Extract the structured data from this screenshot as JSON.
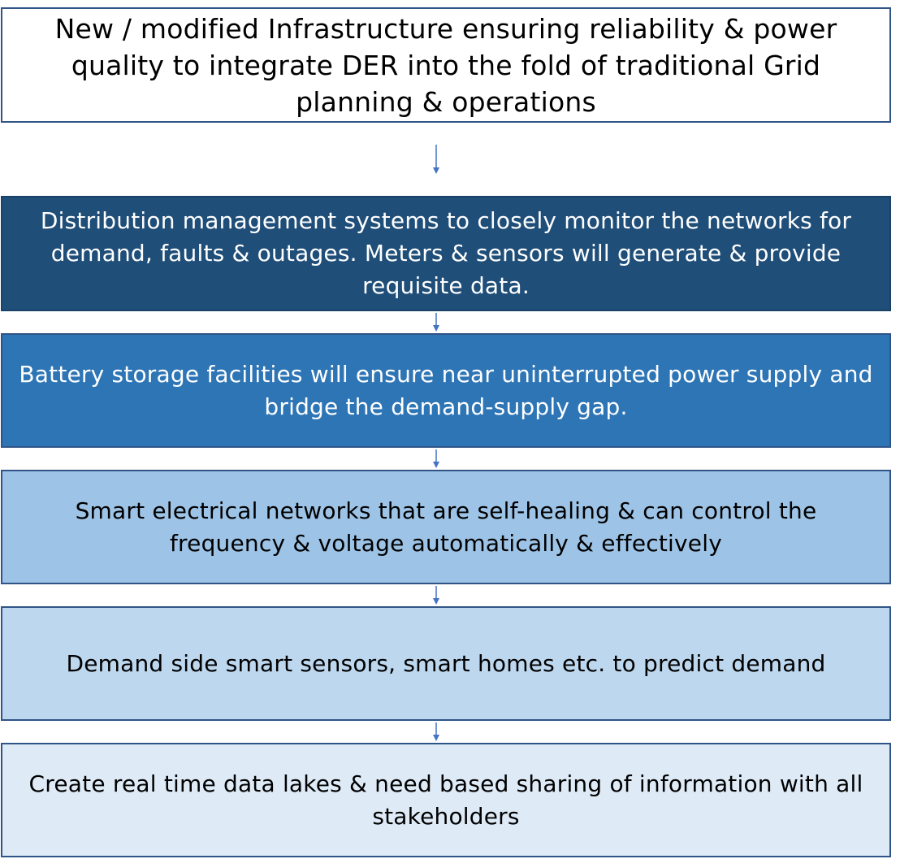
{
  "diagram": {
    "steps": [
      {
        "text": "New / modified Infrastructure ensuring reliability & power quality to integrate DER into the fold of traditional Grid planning & operations"
      },
      {
        "text": "Distribution management systems to closely monitor the networks for demand, faults & outages. Meters & sensors will generate & provide requisite data."
      },
      {
        "text": "Battery storage facilities will ensure near uninterrupted power supply and bridge the demand-supply gap."
      },
      {
        "text": "Smart electrical networks that are self-healing & can control the frequency & voltage automatically & effectively"
      },
      {
        "text": "Demand side smart sensors, smart homes etc. to predict demand"
      },
      {
        "text": "Create real time data lakes & need based sharing of information with all stakeholders"
      }
    ],
    "colors": {
      "step_1_fill": "#ffffff",
      "step_2_fill": "#1f4e79",
      "step_3_fill": "#2e75b6",
      "step_4_fill": "#9dc3e6",
      "step_5_fill": "#bdd7ee",
      "step_6_fill": "#deebf7",
      "border": "#2f5487",
      "connector": "#4472c4"
    }
  }
}
